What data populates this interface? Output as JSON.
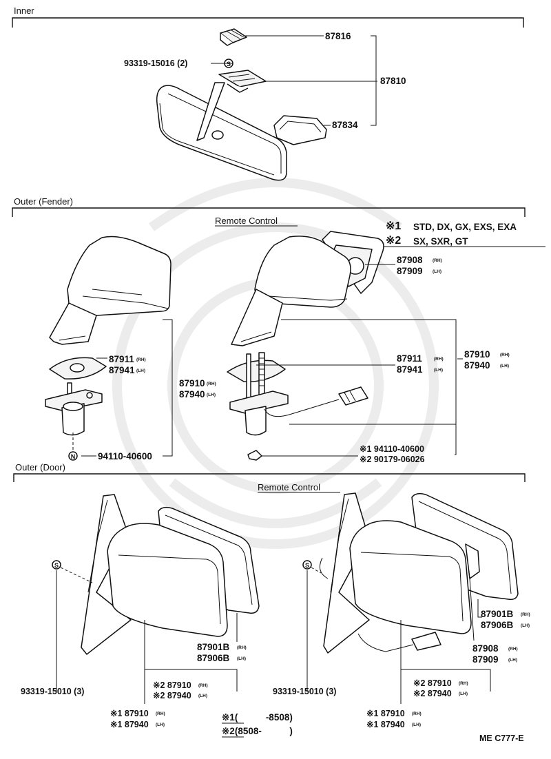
{
  "sections": {
    "inner": "Inner",
    "outer_fender": "Outer (Fender)",
    "outer_door": "Outer (Door)"
  },
  "remote_control": [
    "Remote Control",
    "Remote Control"
  ],
  "notes": {
    "n1_mark": "※1",
    "n1_text": "STD, DX, GX, EXS, EXA",
    "n2_mark": "※2",
    "n2_text": "SX, SXR, GT"
  },
  "date_notes": {
    "d1": "※1(　　　-8508)",
    "d2": "※2(8508-　　　)"
  },
  "circle_marks": {
    "s": "S",
    "n": "N"
  },
  "side_marks": {
    "rh": "(RH)",
    "lh": "(LH)"
  },
  "parts": {
    "inner": {
      "p87816": "87816",
      "p93319_15016": "93319-15016 (2)",
      "p87810": "87810",
      "p87834": "87834"
    },
    "fender_left": {
      "p87911": "87911",
      "p87941": "87941",
      "p87910": "87910",
      "p87940": "87940",
      "p94110": "94110-40600"
    },
    "fender_right": {
      "p87908": "87908",
      "p87909": "87909",
      "p87911": "87911",
      "p87941": "87941",
      "p87910": "87910",
      "p87940": "87940",
      "p94110": "※1 94110-40600",
      "p90179": "※2 90179-06026"
    },
    "door_left": {
      "p87901b": "87901B",
      "p87906b": "87906B",
      "p2_87910": "※2 87910",
      "p2_87940": "※2 87940",
      "p93319": "93319-15010 (3)",
      "p1_87910": "※1 87910",
      "p1_87940": "※1 87940"
    },
    "door_right": {
      "p87901b": "87901B",
      "p87906b": "87906B",
      "p87908": "87908",
      "p87909": "87909",
      "p2_87910": "※2 87910",
      "p2_87940": "※2 87940",
      "p93319": "93319-15010 (3)",
      "p1_87910": "※1 87910",
      "p1_87940": "※1 87940"
    }
  },
  "footer_code": "ME C777-E"
}
